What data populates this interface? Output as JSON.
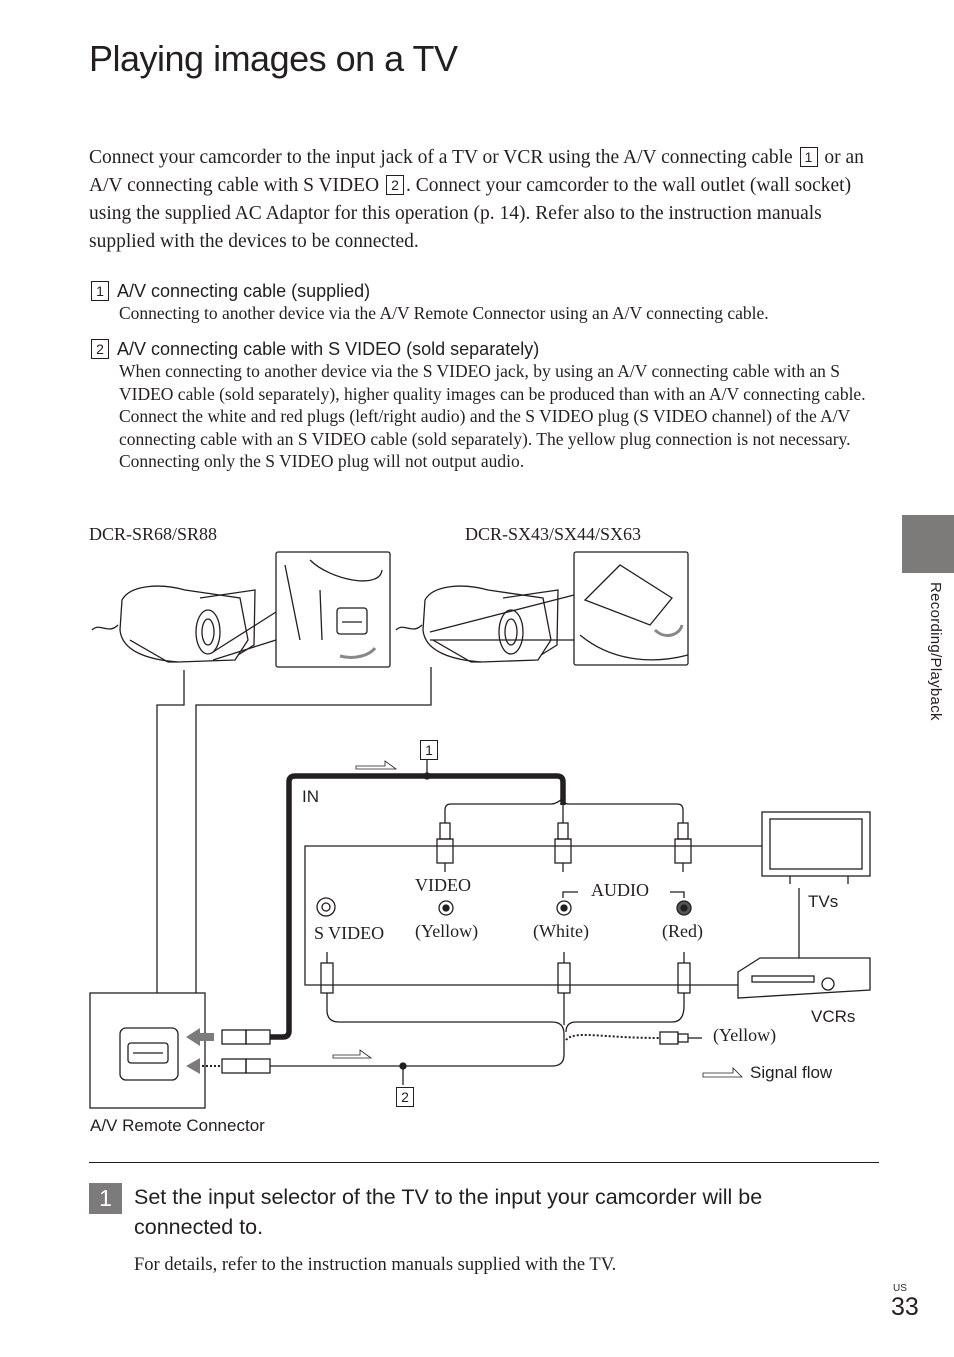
{
  "page": {
    "title": "Playing images on a TV",
    "side_tab_label": "Recording/Playback",
    "page_region": "US",
    "page_number": "33"
  },
  "intro": {
    "part1": "Connect your camcorder to the input jack of a TV or VCR using the A/V connecting cable ",
    "box1": "1",
    "part2": " or an A/V connecting cable with S VIDEO ",
    "box2": "2",
    "part3": ". Connect your camcorder to the wall outlet (wall socket) using the supplied AC Adaptor for this operation (p. 14). Refer also to the instruction manuals supplied with the devices to be connected."
  },
  "items": [
    {
      "num": "1",
      "heading": "A/V connecting cable (supplied)",
      "body": "Connecting to another device via the A/V Remote Connector using an A/V connecting cable."
    },
    {
      "num": "2",
      "heading": "A/V connecting cable with S VIDEO (sold separately)",
      "body": "When connecting to another device via the S VIDEO jack, by using an A/V connecting cable with an S VIDEO cable (sold separately), higher quality images can be produced than with an A/V connecting cable. Connect the white and red plugs (left/right audio) and the S VIDEO plug (S VIDEO channel) of the A/V connecting cable with an S VIDEO cable (sold separately). The yellow plug connection is not necessary. Connecting only the S VIDEO plug will not output audio."
    }
  ],
  "diagram": {
    "model_left": "DCR-SR68/SR88",
    "model_right": "DCR-SX43/SX44/SX63",
    "cable1_num": "1",
    "cable2_num": "2",
    "in_label": "IN",
    "video_label": "VIDEO",
    "video_color": "(Yellow)",
    "audio_label": "AUDIO",
    "audio_left_color": "(White)",
    "audio_right_color": "(Red)",
    "svideo_label": "S VIDEO",
    "tvs_label": "TVs",
    "vcrs_label": "VCRs",
    "yellow_plug_label": "(Yellow)",
    "signal_flow_label": "Signal flow",
    "connector_label": "A/V Remote Connector"
  },
  "step": {
    "num": "1",
    "text": "Set the input selector of the TV to the input your camcorder will be connected to.",
    "note": "For details, refer to the instruction manuals supplied with the TV."
  },
  "colors": {
    "text": "#231f20",
    "tab_gray": "#7d7a7a"
  }
}
